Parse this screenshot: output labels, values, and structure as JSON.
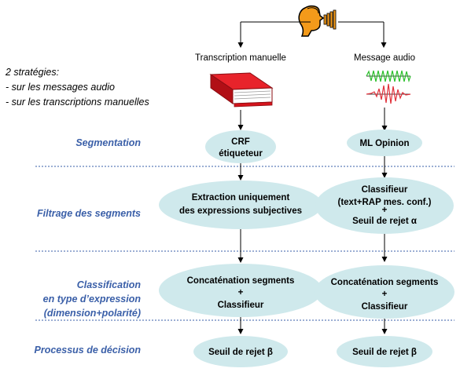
{
  "top_branches": {
    "left": "Transcription manuelle",
    "right": "Message audio"
  },
  "strategies": {
    "title": "2 stratégies:",
    "items": [
      "- sur les messages audio",
      "- sur les transcriptions manuelles"
    ]
  },
  "stages": [
    "Segmentation",
    "Filtrage des segments",
    [
      "Classification",
      "en type d’expression",
      "(dimension+polarité)"
    ],
    "Processus de décision"
  ],
  "nodes": {
    "crf": [
      "CRF",
      "étiqueteur"
    ],
    "ml_opinion": [
      "ML Opinion"
    ],
    "extraction": [
      "Extraction uniquement",
      "des expressions subjectives"
    ],
    "classifieur_alpha": [
      "Classifieur",
      "(text+RAP mes. conf.)",
      "+",
      "Seuil de rejet α"
    ],
    "concat_left": [
      "Concaténation segments",
      "+",
      "Classifieur"
    ],
    "concat_right": [
      "Concaténation segments",
      "+",
      "Classifieur"
    ],
    "seuil_left": [
      "Seuil de rejet β"
    ],
    "seuil_right": [
      "Seuil de rejet β"
    ]
  },
  "colors": {
    "ellipse_fill": "#cfe9ec",
    "stage_text": "#3a5fa8",
    "divider": "#3a5fa8",
    "book_red": "#d4141c",
    "wave_green": "#2bbf2b",
    "wave_red": "#e0303a",
    "face_orange": "#f39a1a"
  }
}
